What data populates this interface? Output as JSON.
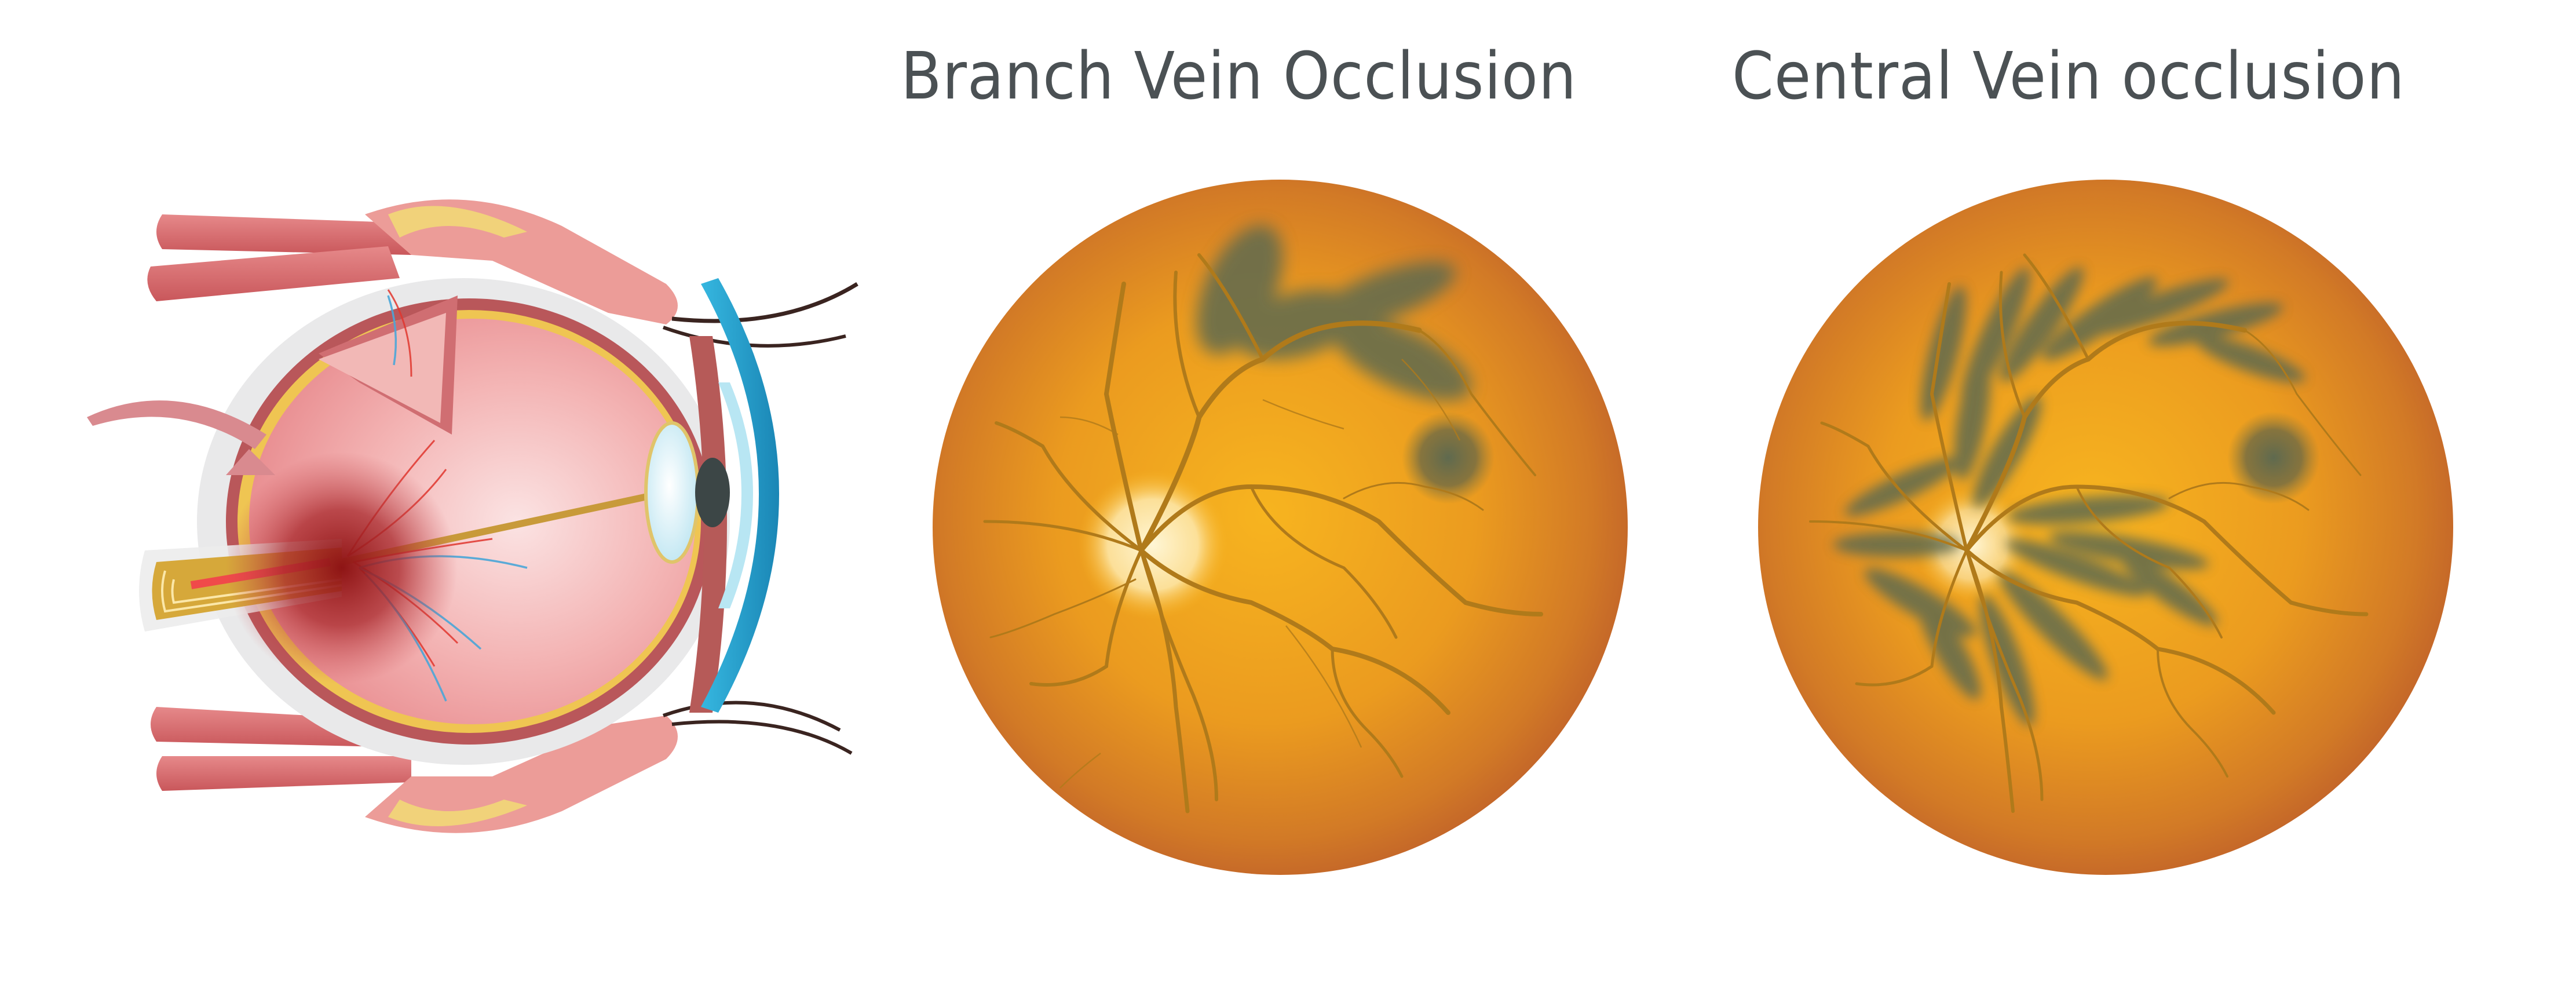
{
  "titles": {
    "branch": "Branch Vein Occlusion",
    "central": "Central Vein occlusion"
  },
  "figures": {
    "eye_cross_section": {
      "label": "eye-cross-section-illustration",
      "arrow_color": "#d98a8f",
      "occlusion_color": "#9b1c1c"
    },
    "branch_fundus": {
      "label": "branch-vein-occlusion-fundus",
      "base_color": "#f2a51e",
      "edge_color": "#c0612a",
      "vessel_color": "#b07a1a",
      "hemorrhage_color": "#5f6a4f"
    },
    "central_fundus": {
      "label": "central-vein-occlusion-fundus",
      "base_color": "#f2a51e",
      "edge_color": "#c0612a",
      "vessel_color": "#b07a1a",
      "hemorrhage_color": "#5f6a4f"
    }
  },
  "colors": {
    "background": "#ffffff",
    "title_text": "#4b5154"
  }
}
